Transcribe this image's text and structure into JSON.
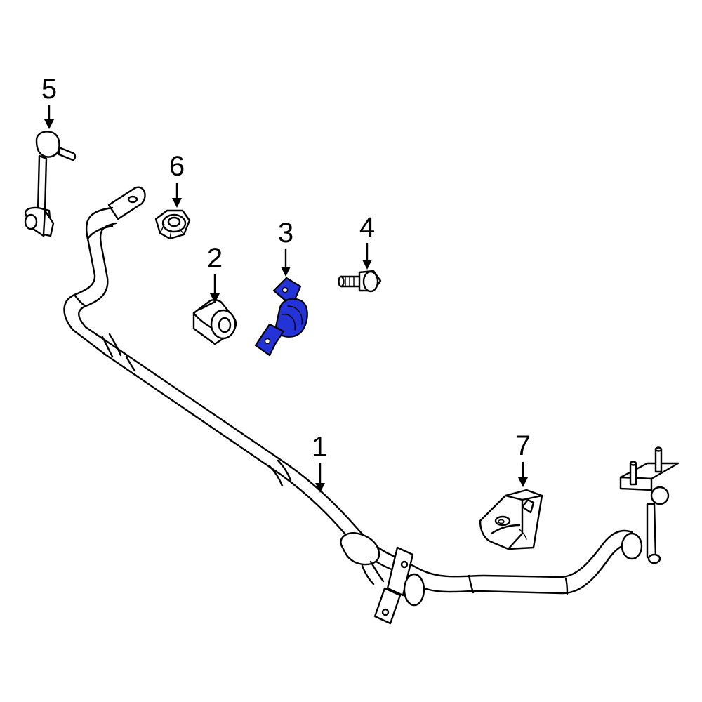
{
  "callouts": [
    {
      "id": "1",
      "label": "1",
      "part": "stabilizer-bar"
    },
    {
      "id": "2",
      "label": "2",
      "part": "bushing"
    },
    {
      "id": "3",
      "label": "3",
      "part": "bushing-bracket"
    },
    {
      "id": "4",
      "label": "4",
      "part": "bolt"
    },
    {
      "id": "5",
      "label": "5",
      "part": "stabilizer-link"
    },
    {
      "id": "6",
      "label": "6",
      "part": "nut"
    },
    {
      "id": "7",
      "label": "7",
      "part": "bracket"
    }
  ],
  "highlight": {
    "part": "3",
    "color": "#2433d8"
  }
}
